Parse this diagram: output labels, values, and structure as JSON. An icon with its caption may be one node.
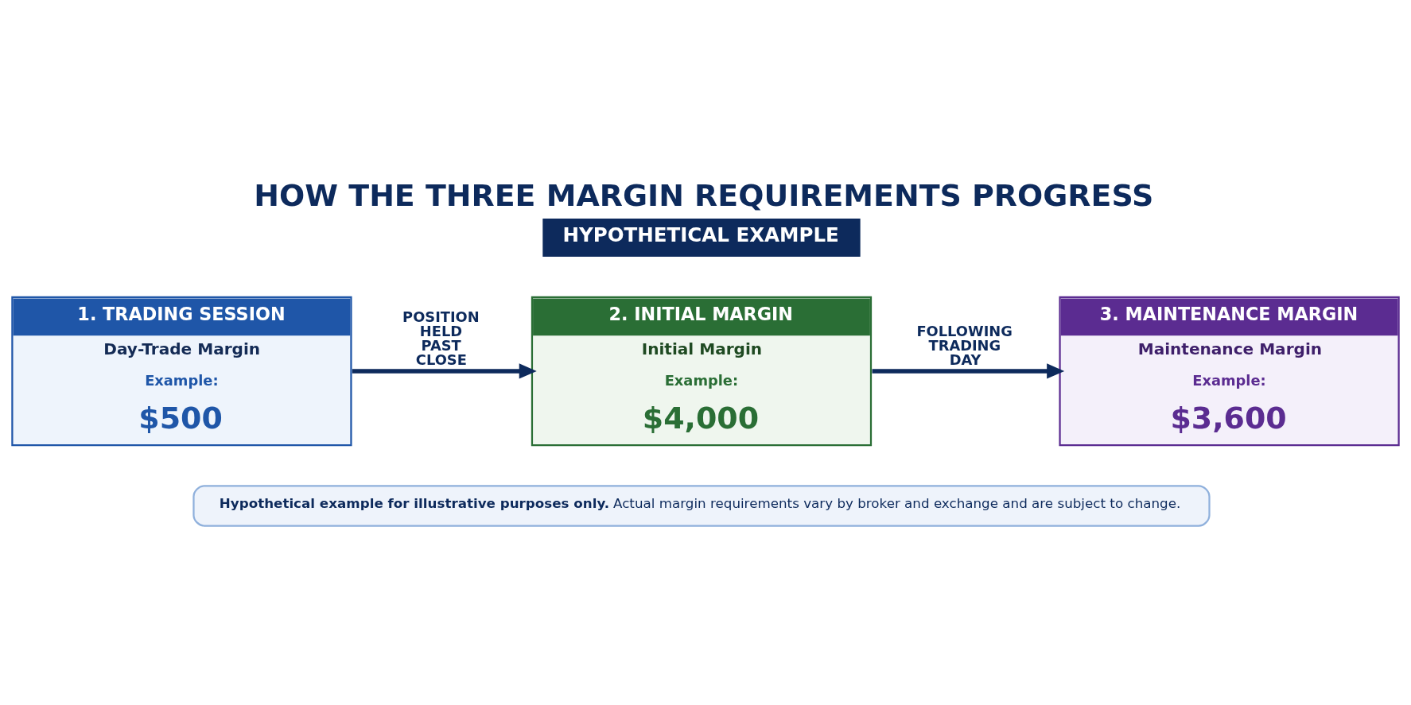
{
  "diagram": {
    "title": "HOW THE THREE MARGIN REQUIREMENTS PROGRESS",
    "nodes": [
      {
        "text": [
          "HYPOTHETICAL EXAMPLE"
        ]
      },
      {
        "text": [
          "1. TRADING SESSION",
          "Day-Trade Margin",
          "Example:",
          "$500"
        ]
      },
      {
        "text": [
          "2. INITIAL MARGIN",
          "Initial Margin",
          "Example:",
          "$4,000"
        ]
      },
      {
        "text": [
          "3. MAINTENANCE MARGIN",
          "Maintenance Margin",
          "Example:",
          "$3,600"
        ]
      },
      {
        "text": [
          "**Hypothetical example for illustrative purposes only.** Actual margin requirements vary by broker and exchange and are subject to change."
        ]
      }
    ],
    "edges": [
      {
        "from": 1,
        "to": 2,
        "arrow": "to",
        "label": "POSITION HELD PAST CLOSE"
      },
      {
        "from": 2,
        "to": 3,
        "arrow": "to",
        "label": "FOLLOWING TRADING DAY"
      }
    ]
  }
}
